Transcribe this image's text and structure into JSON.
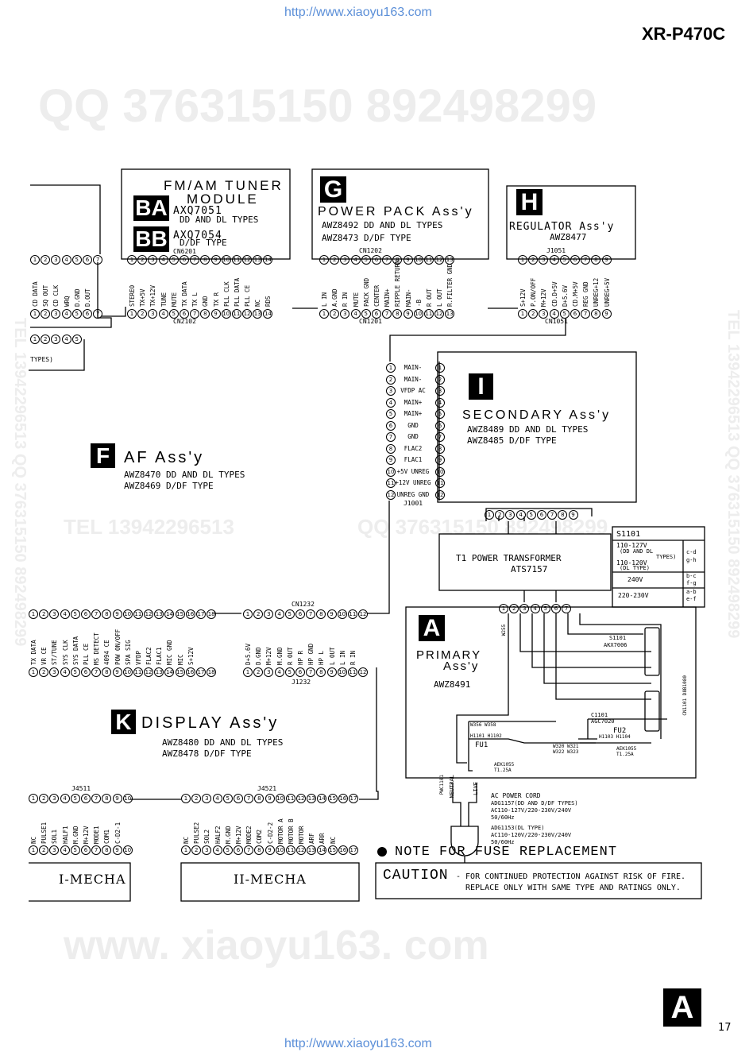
{
  "header": {
    "model": "XR-P470C",
    "url_top": "http://www.xiaoyu163.com",
    "url_bottom": "http://www.xiaoyu163.com",
    "page": "17",
    "section_tag": "A"
  },
  "watermarks": {
    "qq": "QQ 376315150   892498299",
    "tel": "TEL 13942296513",
    "qq2": "QQ 376315150  892498299",
    "site": "www. xiaoyu163. com",
    "side_left": "TEL 13942296513  QQ 376315150  892498299",
    "side_right": "TEL 13942296513  QQ 376315150  892498299"
  },
  "tuner": {
    "line1": "FM/AM TUNER",
    "line2": "MODULE",
    "ba": "BA",
    "bb": "BB",
    "ba_part": "AXQ7051",
    "ba_type": "DD AND DL TYPES",
    "bb_part": "AXQ7054",
    "bb_type": "D/DF TYPE",
    "cn_top": "CN6201",
    "cn_bot": "CN2102",
    "pins": [
      "STEREO",
      "TX+5V",
      "TX+12V",
      "TUNE",
      "MUTE",
      "TX DATA",
      "TX L",
      "GND",
      "TX R",
      "PLL CLK",
      "PLL DATA",
      "PLL CE",
      "NC",
      "RDS"
    ]
  },
  "power": {
    "letter": "G",
    "title": "POWER PACK Ass'y",
    "p1": "AWZ8492 DD AND DL TYPES",
    "p2": "AWZ8473 D/DF TYPE",
    "cn_top": "CN1202",
    "cn_bot": "CN1201",
    "pins": [
      "L IN",
      "A.GND",
      "R IN",
      "MUTE",
      "PACK GND",
      "CENTER",
      "MAIN+",
      "RIPPLE RETURN",
      "MAIN-",
      "-B",
      "R OUT",
      "L OUT",
      "R.FILTER GND"
    ]
  },
  "regulator": {
    "letter": "H",
    "title": "REGULATOR Ass'y",
    "part": "AWZ8477",
    "cn_top": "J1051",
    "cn_bot": "CN1051",
    "pins": [
      "S+12V",
      "P.ON/OFF",
      "M+12V",
      "CD.D+5V",
      "D+5.6V",
      "CD.M+5V",
      "REG GND",
      "UNREG+12",
      "UNREG+5V"
    ]
  },
  "left_top": {
    "pins": [
      "CD DATA",
      "SQ OUT",
      "CD CLK",
      "WRQ",
      "D.GND",
      "D.OUT"
    ],
    "types": "TYPES)"
  },
  "secondary": {
    "letter": "I",
    "title": "SECONDARY Ass'y",
    "p1": "AWZ8489 DD AND DL TYPES",
    "p2": "AWZ8485 D/DF TYPE",
    "cn": "J1001",
    "signals": [
      "MAIN-",
      "MAIN-",
      "VFDP AC",
      "MAIN+",
      "MAIN+",
      "GND",
      "GND",
      "FLAC2",
      "FLAC1",
      "+5V UNREG",
      "+12V UNREG",
      "UNREG GND"
    ]
  },
  "af": {
    "letter": "F",
    "title": "AF Ass'y",
    "p1": "AWZ8470 DD AND DL TYPES",
    "p2": "AWZ8469 D/DF TYPE"
  },
  "transformer": {
    "title": "T1 POWER TRANSFORMER",
    "part": "ATS7157"
  },
  "switch": {
    "title": "S1101",
    "r1a": "110-127V",
    "r1b": "(DD AND DL",
    "r1c": "TYPES)",
    "r1d": "110-120V",
    "r1e": "(DL TYPE)",
    "r1x": "c-d",
    "r1y": "g-h",
    "r2": "240V",
    "r2x": "b-c",
    "r2y": "f-g",
    "r3": "220-230V",
    "r3x": "a-b",
    "r3y": "e-f"
  },
  "af_strip": {
    "pins": [
      "TX DATA",
      "VR CE",
      "ST/TUNE",
      "SYS CLK",
      "SYS DATA",
      "PLL CE",
      "MS DETECT",
      "4094 CE",
      "POW ON/OFF",
      "SPA SIG",
      "VFDP",
      "FLAC2",
      "FLAC1",
      "MIC GND",
      "MIC",
      "S+12V"
    ]
  },
  "cn1232": {
    "top": "CN1232",
    "bot": "J1232",
    "pins": [
      "D+5.6V",
      "D.GND",
      "M+12V",
      "M.GND",
      "R OUT",
      "HP R",
      "HP GND",
      "HP L",
      "L OUT",
      "L IN",
      "R IN"
    ]
  },
  "primary": {
    "letter": "A",
    "l1": "PRIMARY",
    "l2": "Ass'y",
    "part": "AWZ8491",
    "w": "W255",
    "s1101": "S1101",
    "akx": "AKX7006",
    "c1101": "C1101",
    "agc": "AGC7020",
    "fu1": "FU1",
    "fu2": "FU2",
    "h1": "H1101 H1102",
    "h2": "H1103 H1104",
    "w1": "W356 W358",
    "w2": "W320 W321",
    "w3": "W322 W323",
    "fuse1a": "AEK1055",
    "fuse1b": "T1.25A",
    "fuse2a": "AEK1055",
    "fuse2b": "T1.25A",
    "live": "LIVE",
    "neutral": "NEUTRAL",
    "pwc": "PWC1101",
    "side": "CN1101 D8B1080"
  },
  "cord": {
    "title": "AC POWER CORD",
    "l1": "ADG1157(DD AND D/DF TYPES)",
    "l2": "AC110-127V/220-230V/240V",
    "l3": "50/60Hz",
    "l4": "ADG1153(DL TYPE)",
    "l5": "AC110-120V/220-230V/240V",
    "l6": "50/60Hz"
  },
  "display": {
    "letter": "K",
    "title": "DISPLAY Ass'y",
    "p1": "AWZ8480 DD AND DL TYPES",
    "p2": "AWZ8478 D/DF TYPE"
  },
  "j4511": {
    "cn": "J4511",
    "pins": [
      "NC",
      "PULSE1",
      "SOL1",
      "HALF1",
      "M.GND",
      "M+12V",
      "MODE1",
      "COM1",
      "C-D2-1"
    ],
    "label": "I-MECHA"
  },
  "j4521": {
    "cn": "J4521",
    "pins": [
      "NC",
      "PULSE2",
      "SOL2",
      "HALF2",
      "M.GND",
      "M+12V",
      "MODE2",
      "COM2",
      "C-D2-2",
      "MOTOR A",
      "MOTOR B",
      "MOTOR",
      "ARF",
      "ARR",
      "NC"
    ],
    "label": "II-MECHA"
  },
  "note": {
    "title": "NOTE FOR FUSE REPLACEMENT",
    "caution": "CAUTION",
    "l1": "- FOR CONTINUED PROTECTION AGAINST RISK OF FIRE.",
    "l2": "REPLACE ONLY WITH SAME TYPE AND RATINGS ONLY."
  }
}
